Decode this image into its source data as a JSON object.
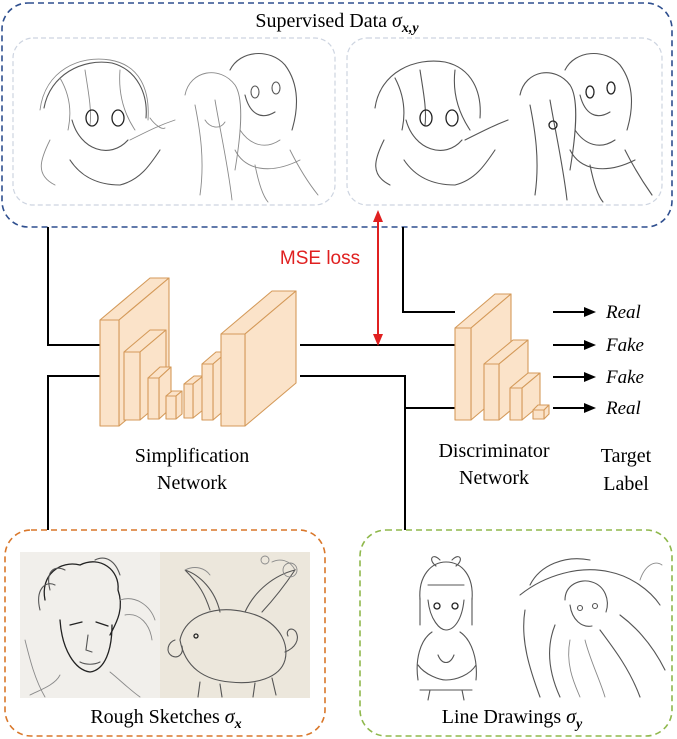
{
  "colors": {
    "supervised_border": "#2f4f8f",
    "rough_border": "#d9772a",
    "line_border": "#8fb84c",
    "mse_arrow": "#e02020",
    "block_fill": "#fbe3c9",
    "block_stroke": "#d49a5a"
  },
  "supervised": {
    "title": "Supervised Data ",
    "symbol": "σ",
    "subscript": "x,y"
  },
  "rough": {
    "title": "Rough Sketches ",
    "symbol": "σ",
    "subscript": "x"
  },
  "line": {
    "title": "Line Drawings ",
    "symbol": "σ",
    "subscript": "y"
  },
  "mse_label": "MSE loss",
  "simplification": {
    "line1": "Simplification",
    "line2": "Network"
  },
  "discriminator": {
    "line1": "Discriminator",
    "line2": "Network"
  },
  "target": {
    "line1": "Target",
    "line2": "Label"
  },
  "outputs": [
    "Real",
    "Fake",
    "Fake",
    "Real"
  ],
  "images": {
    "supervised_rough": "rough anime sketch of two girls",
    "supervised_clean": "clean line drawing of two girls",
    "rough_examples": [
      "rough pencil sketch of a face",
      "rough pencil sketch of a winged pig"
    ],
    "line_examples": [
      "line drawing of a girl with bow",
      "line drawing of a girl with hat"
    ]
  }
}
